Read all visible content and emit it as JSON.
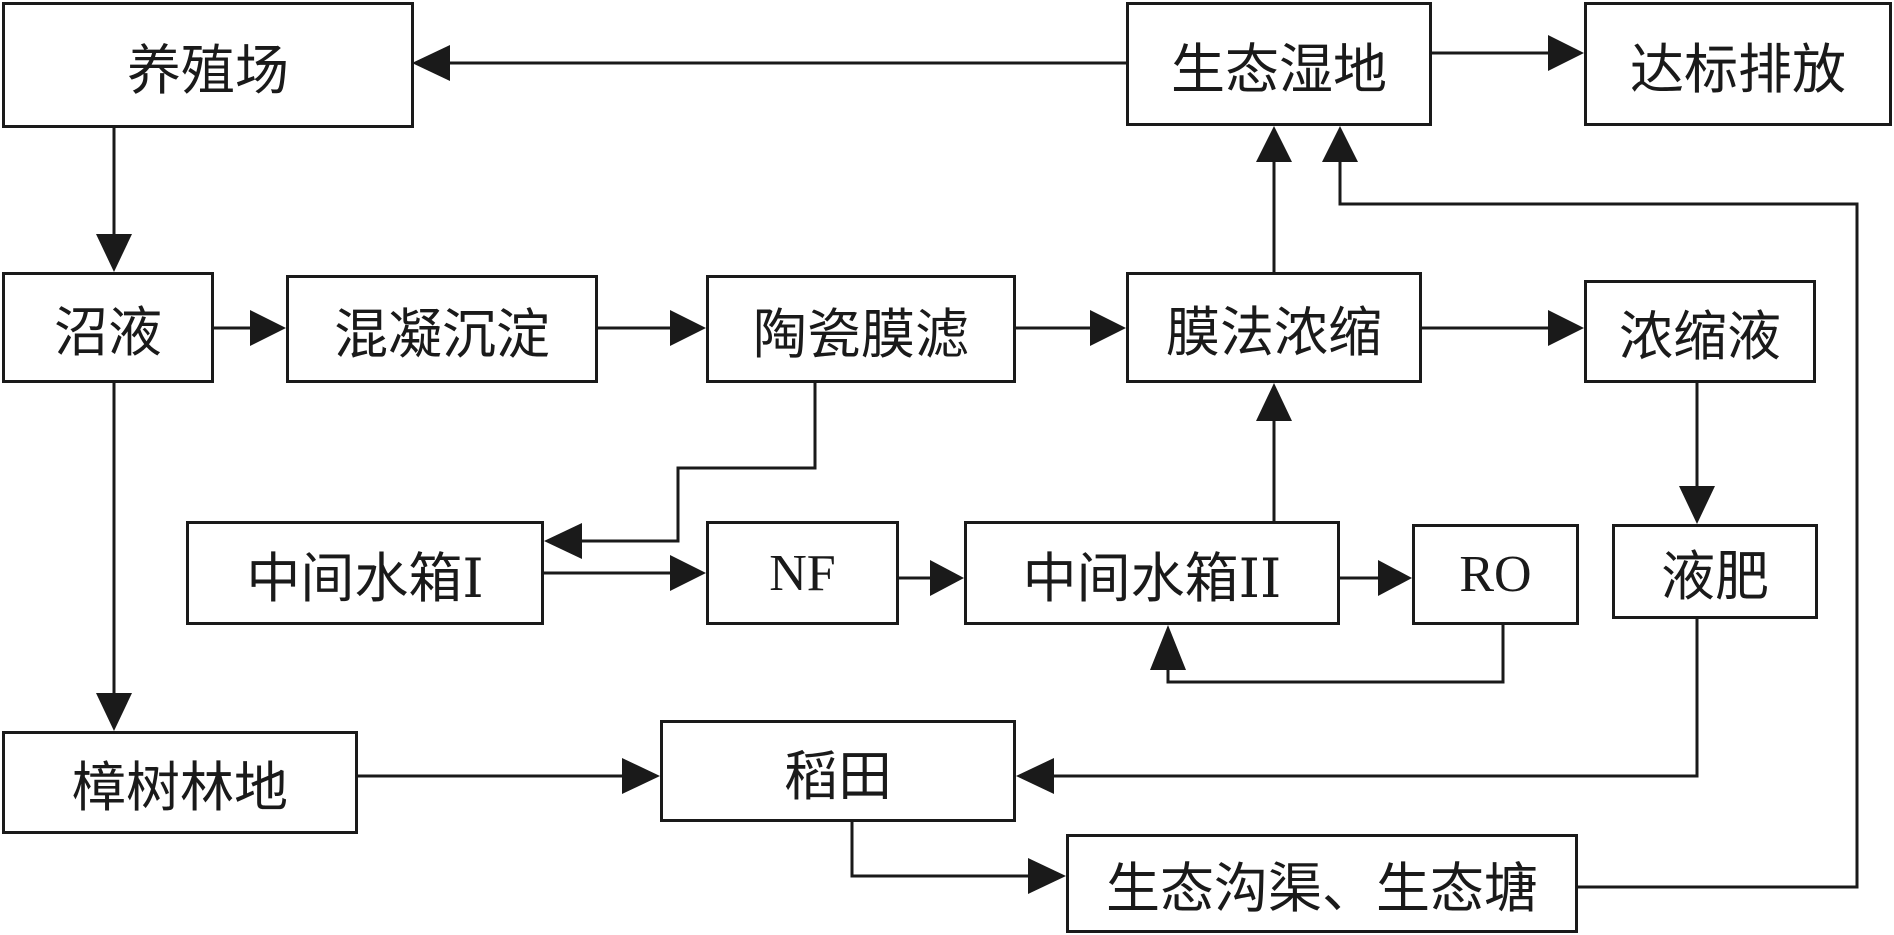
{
  "nodes": {
    "farm": "养殖场",
    "wetland": "生态湿地",
    "discharge": "达标排放",
    "slurry": "沼液",
    "coagulation": "混凝沉淀",
    "ceramic": "陶瓷膜滤",
    "membrane_conc": "膜法浓缩",
    "concentrate": "浓缩液",
    "tank1": "中间水箱I",
    "nf": "NF",
    "tank2": "中间水箱II",
    "ro": "RO",
    "liquid_fertilizer": "液肥",
    "camphor": "樟树林地",
    "paddy": "稻田",
    "ditch": "生态沟渠、生态塘"
  }
}
